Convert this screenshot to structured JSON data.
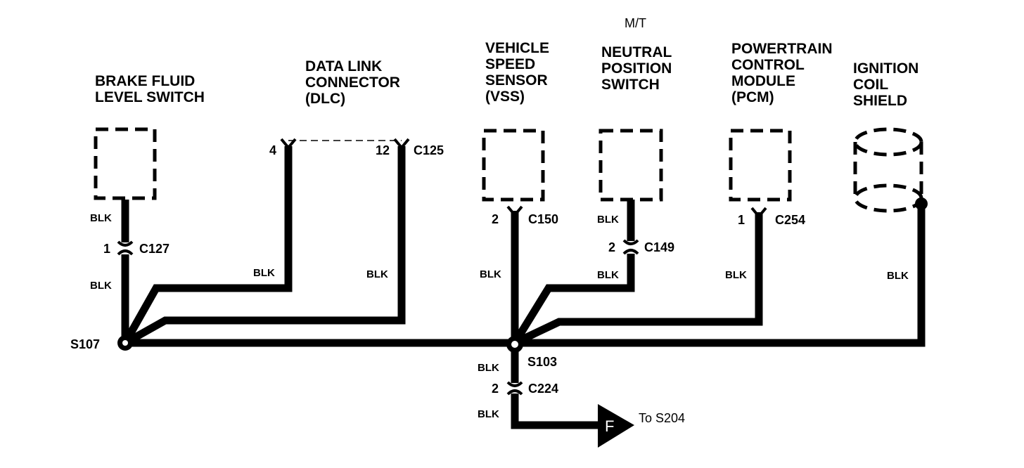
{
  "header": {
    "variant": "M/T"
  },
  "components": {
    "brake_fluid_switch": [
      "BRAKE FLUID",
      "LEVEL SWITCH"
    ],
    "data_link_connector": [
      "DATA LINK",
      "CONNECTOR",
      "(DLC)"
    ],
    "vehicle_speed_sensor": [
      "VEHICLE",
      "SPEED",
      "SENSOR",
      "(VSS)"
    ],
    "neutral_position_switch": [
      "NEUTRAL",
      "POSITION",
      "SWITCH"
    ],
    "pcm": [
      "POWERTRAIN",
      "CONTROL",
      "MODULE",
      "(PCM)"
    ],
    "ignition_coil_shield": [
      "IGNITION",
      "COIL",
      "SHIELD"
    ]
  },
  "connectors": {
    "c127": {
      "name": "C127",
      "pin": "1"
    },
    "c125": {
      "name": "C125",
      "pin_left": "4",
      "pin_right": "12"
    },
    "c150": {
      "name": "C150",
      "pin": "2"
    },
    "c149": {
      "name": "C149",
      "pin": "2"
    },
    "c254": {
      "name": "C254",
      "pin": "1"
    },
    "c224": {
      "name": "C224",
      "pin": "2"
    }
  },
  "splices": {
    "s107": "S107",
    "s103": "S103"
  },
  "wire_color": "BLK",
  "ground_arrow": {
    "letter": "F",
    "label": "To S204"
  }
}
